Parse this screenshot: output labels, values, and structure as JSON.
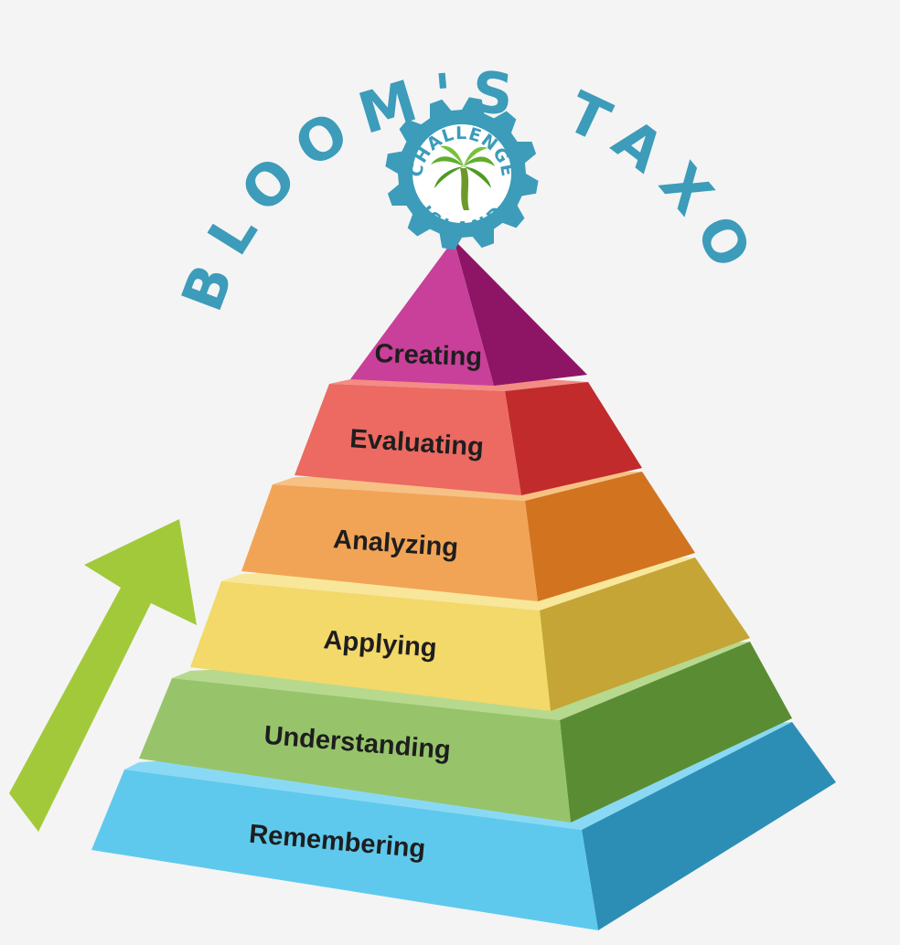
{
  "title": "BLOOM'S TAXONOMY",
  "logo": {
    "top_text": "CHALLENGE",
    "bottom_text": "ISLAND",
    "icon": "palm-tree-icon",
    "color": "#3c9cba"
  },
  "tiers": [
    {
      "label": "Creating",
      "front": "#c8409a",
      "side": "#8e1566",
      "top": "#d95fae"
    },
    {
      "label": "Evaluating",
      "front": "#ec6a62",
      "side": "#c12b2b",
      "top": "#f38c84"
    },
    {
      "label": "Analyzing",
      "front": "#f2a456",
      "side": "#d2731f",
      "top": "#f7c184"
    },
    {
      "label": "Applying",
      "front": "#f3d86a",
      "side": "#c4a536",
      "top": "#f8e79a"
    },
    {
      "label": "Understanding",
      "front": "#97c46a",
      "side": "#5a8d33",
      "top": "#b7d98e"
    },
    {
      "label": "Remembering",
      "front": "#5fc9ed",
      "side": "#2c8eb5",
      "top": "#8ad9f4"
    }
  ],
  "arrow": {
    "color": "#a2c93a",
    "direction": "up"
  },
  "title_color": "#3c9cba"
}
